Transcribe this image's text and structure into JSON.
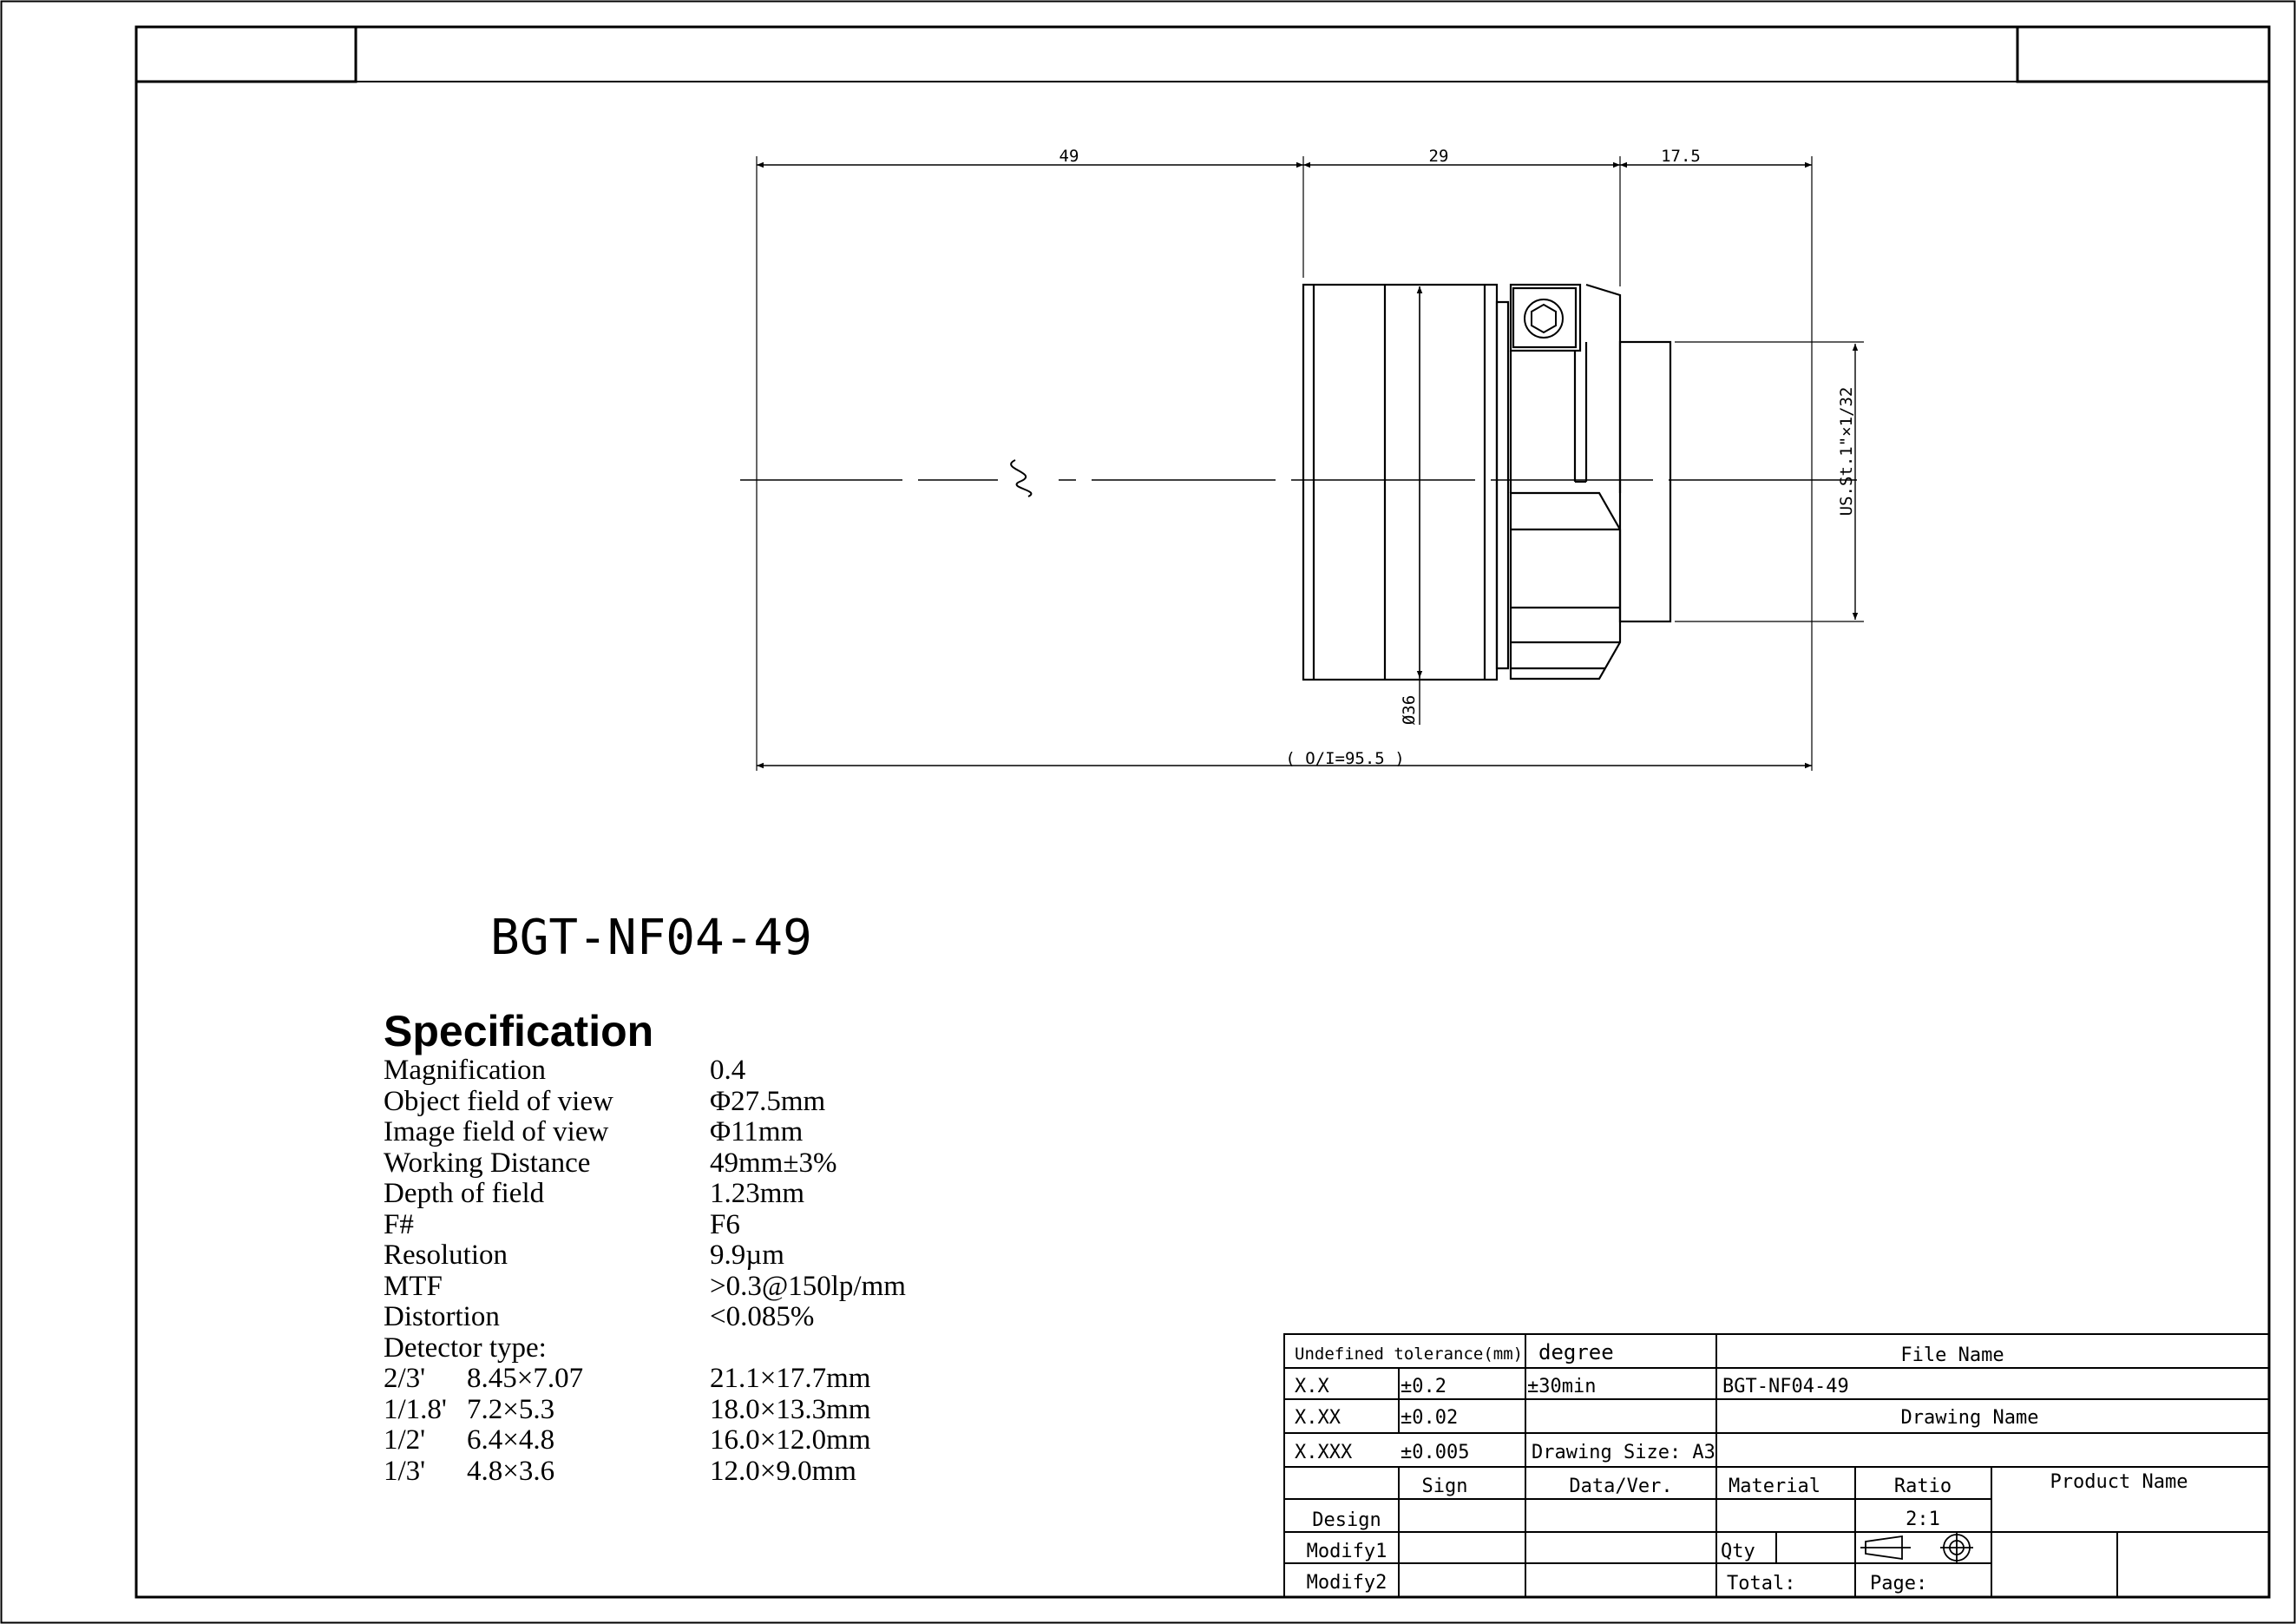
{
  "dimensions": {
    "length_49": "49",
    "length_29": "29",
    "length_17_5": "17.5",
    "diameter": "Ø36",
    "thread": "US.St.1\"×1/32",
    "overall": "( O/I=95.5 )"
  },
  "model_name": "BGT-NF04-49",
  "spec": {
    "title": "Specification",
    "rows": [
      {
        "label": "Magnification",
        "value": "0.4"
      },
      {
        "label": "Object field of view",
        "value": "Φ27.5mm"
      },
      {
        "label": "Image field of view",
        "value": "Φ11mm"
      },
      {
        "label": "Working Distance",
        "value": "49mm±3%"
      },
      {
        "label": "Depth of field",
        "value": "1.23mm"
      },
      {
        "label": "F#",
        "value": "F6"
      },
      {
        "label": "Resolution",
        "value": "9.9µm"
      },
      {
        "label": "MTF",
        "value": ">0.3@150lp/mm"
      },
      {
        "label": "Distortion",
        "value": "<0.085%"
      }
    ],
    "detector_title": "Detector type:",
    "detectors": [
      {
        "type": "2/3'",
        "size": "8.45×7.07",
        "field": "21.1×17.7mm"
      },
      {
        "type": "1/1.8'",
        "size": "7.2×5.3",
        "field": "18.0×13.3mm"
      },
      {
        "type": "1/2'",
        "size": "6.4×4.8",
        "field": "16.0×12.0mm"
      },
      {
        "type": "1/3'",
        "size": "4.8×3.6",
        "field": "12.0×9.0mm"
      }
    ]
  },
  "title_block": {
    "undefined_tolerance": "Undefined tolerance(mm)",
    "degree": "degree",
    "file_name_label": "File Name",
    "xx_label": "X.X",
    "xx_value": "±0.2",
    "degree_value": "±30min",
    "file_name_value": "BGT-NF04-49",
    "xxx_label": "X.XX",
    "xxx_value": "±0.02",
    "drawing_name_label": "Drawing Name",
    "xxxx_label": "X.XXX",
    "xxxx_value": "±0.005",
    "drawing_size": "Drawing Size: A3",
    "sign": "Sign",
    "data_ver": "Data/Ver.",
    "material": "Material",
    "ratio": "Ratio",
    "product_name": "Product Name",
    "design": "Design",
    "ratio_value": "2:1",
    "modify1": "Modify1",
    "qty": "Qty",
    "modify2": "Modify2",
    "total": "Total:",
    "page": "Page:"
  }
}
